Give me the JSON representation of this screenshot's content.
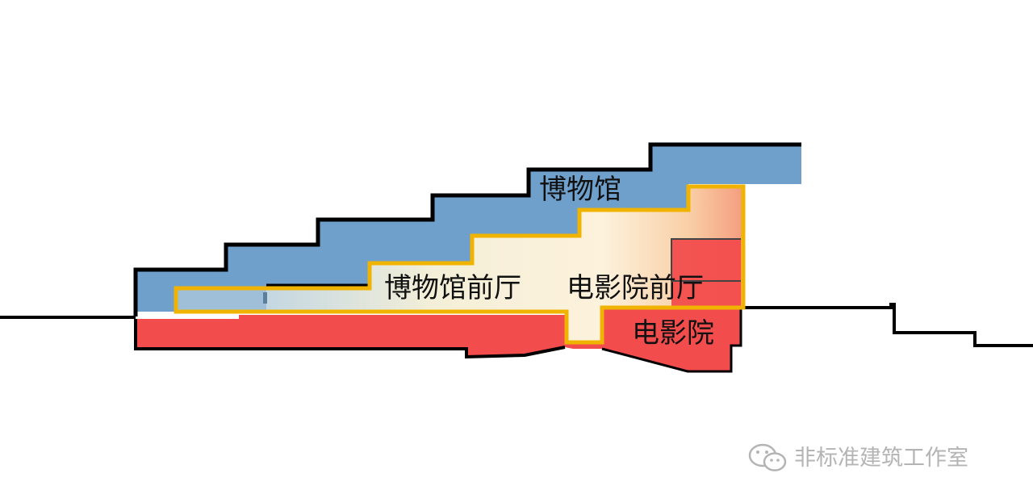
{
  "labels": {
    "museum": "博物馆",
    "museum_lobby": "博物馆前厅",
    "cinema_lobby": "电影院前厅",
    "cinema": "电影院"
  },
  "watermark": {
    "text": "非标准建筑工作室",
    "icon": "wechat-icon"
  },
  "colors": {
    "museum": "#6fa0cc",
    "cinema": "#f24c4c",
    "lobby_outline": "#f0b400",
    "lobby_fill_light": "#fbf1dc",
    "outline": "#000000",
    "watermark": "#b4b4b4"
  }
}
